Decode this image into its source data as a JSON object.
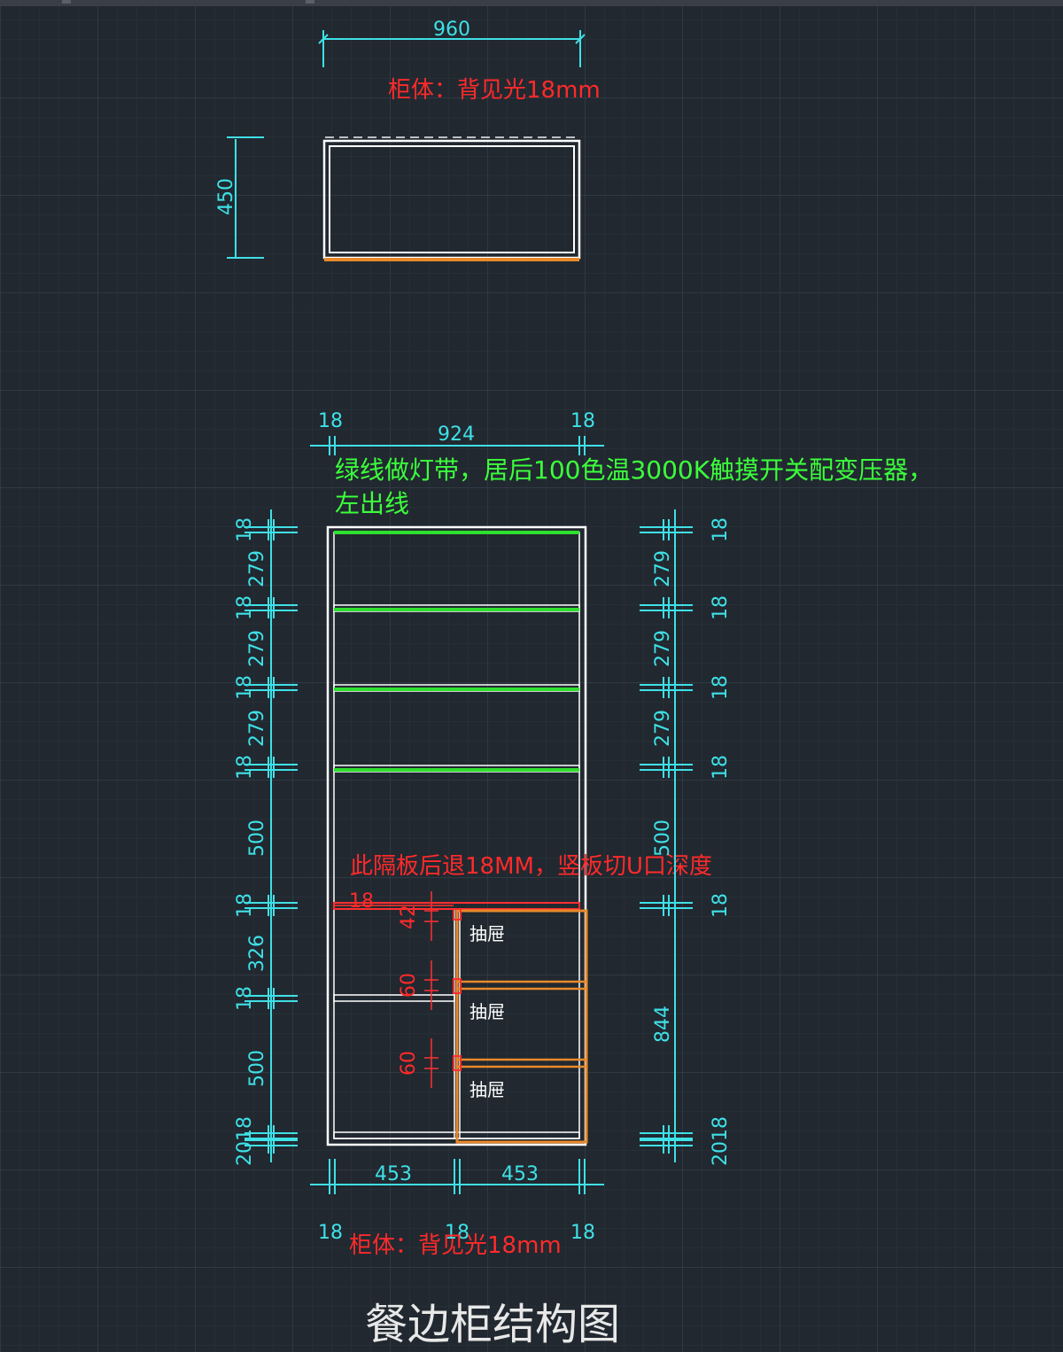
{
  "title": "餐边柜结构图",
  "notes": {
    "top_material": "柜体：背见光18mm",
    "bottom_material": "柜体：背见光18mm",
    "led_note_line1": "绿线做灯带，居后100色温3000K触摸开关配变压器，",
    "led_note_line2": "左出线",
    "shelf_note": "此隔板后退18MM，竖板切U口深度"
  },
  "plan_view": {
    "width": "960",
    "depth": "450"
  },
  "elevation": {
    "overall_inner_width": "924",
    "side_top_left": "18",
    "side_top_right": "18",
    "bottom_left_width": "453",
    "bottom_right_width": "453",
    "bottom_panels": [
      "18",
      "18",
      "18"
    ],
    "left_dims": [
      "18",
      "279",
      "18",
      "279",
      "18",
      "279",
      "18",
      "500",
      "18",
      "326",
      "18",
      "500",
      "2018"
    ],
    "right_dims": [
      "18",
      "279",
      "18",
      "279",
      "18",
      "279",
      "18",
      "500",
      "18",
      "844",
      "2018"
    ],
    "drawer_label": "抽屉",
    "drawer_count": 3,
    "red_dims": [
      "18",
      "42",
      "60",
      "60"
    ]
  },
  "colors": {
    "background": "#212830",
    "dimension": "#3fe0e6",
    "panel": "#ffffff",
    "led_strip": "#2ee02e",
    "drawer": "#e88a2a",
    "note_red": "#ff2a2a",
    "note_green": "#3cff3c"
  }
}
